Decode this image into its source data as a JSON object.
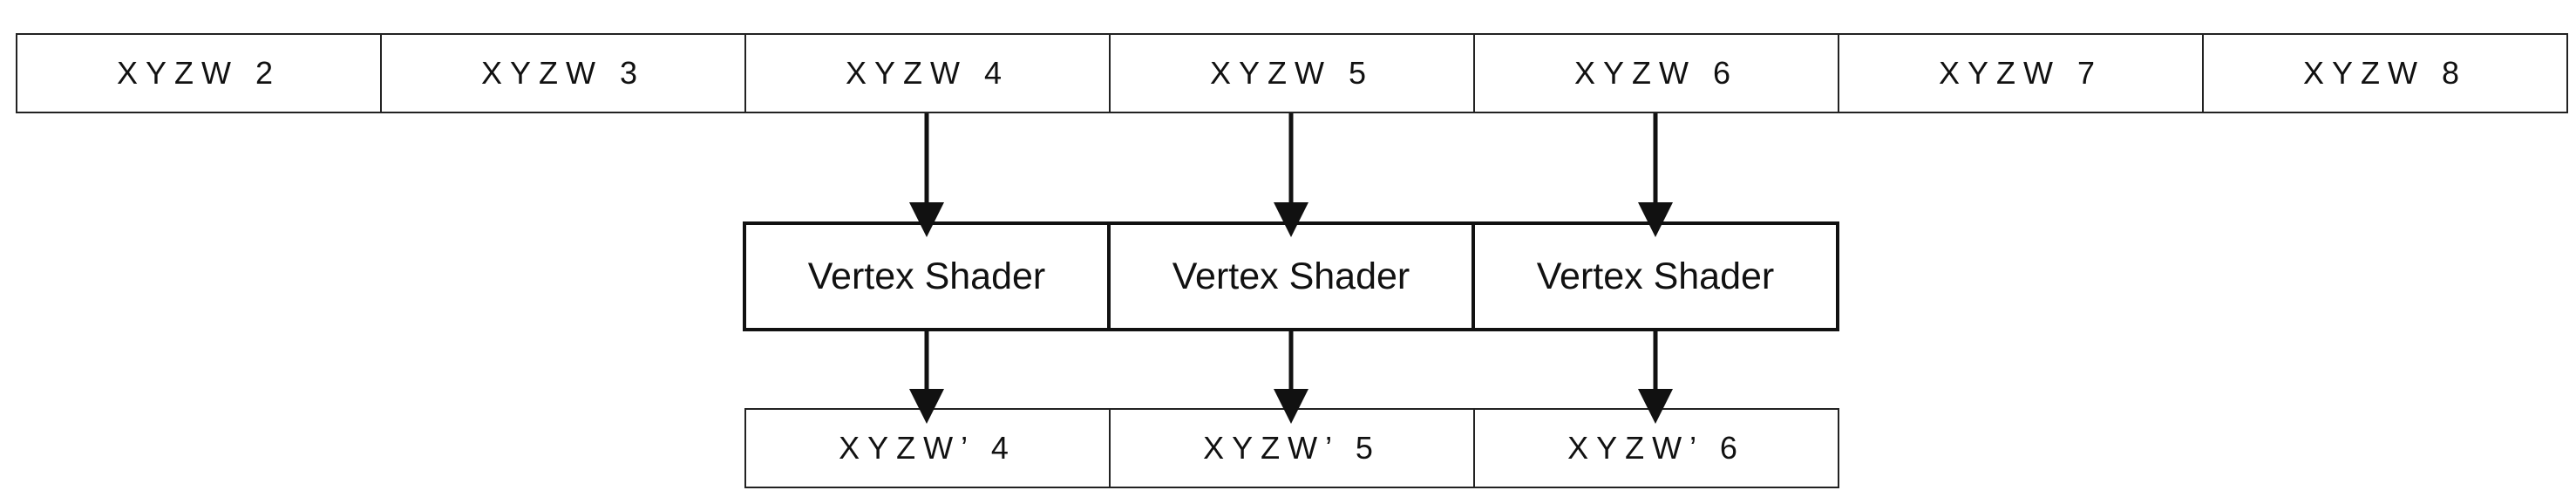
{
  "inputs": [
    "XYZW  2",
    "XYZW  3",
    "XYZW  4",
    "XYZW  5",
    "XYZW  6",
    "XYZW  7",
    "XYZW  8"
  ],
  "shaders": [
    "Vertex Shader",
    "Vertex Shader",
    "Vertex Shader"
  ],
  "outputs": [
    "XYZW’  4",
    "XYZW’  5",
    "XYZW’  6"
  ],
  "colors": {
    "stroke": "#111111",
    "fill": "#ffffff",
    "text": "#111111"
  }
}
